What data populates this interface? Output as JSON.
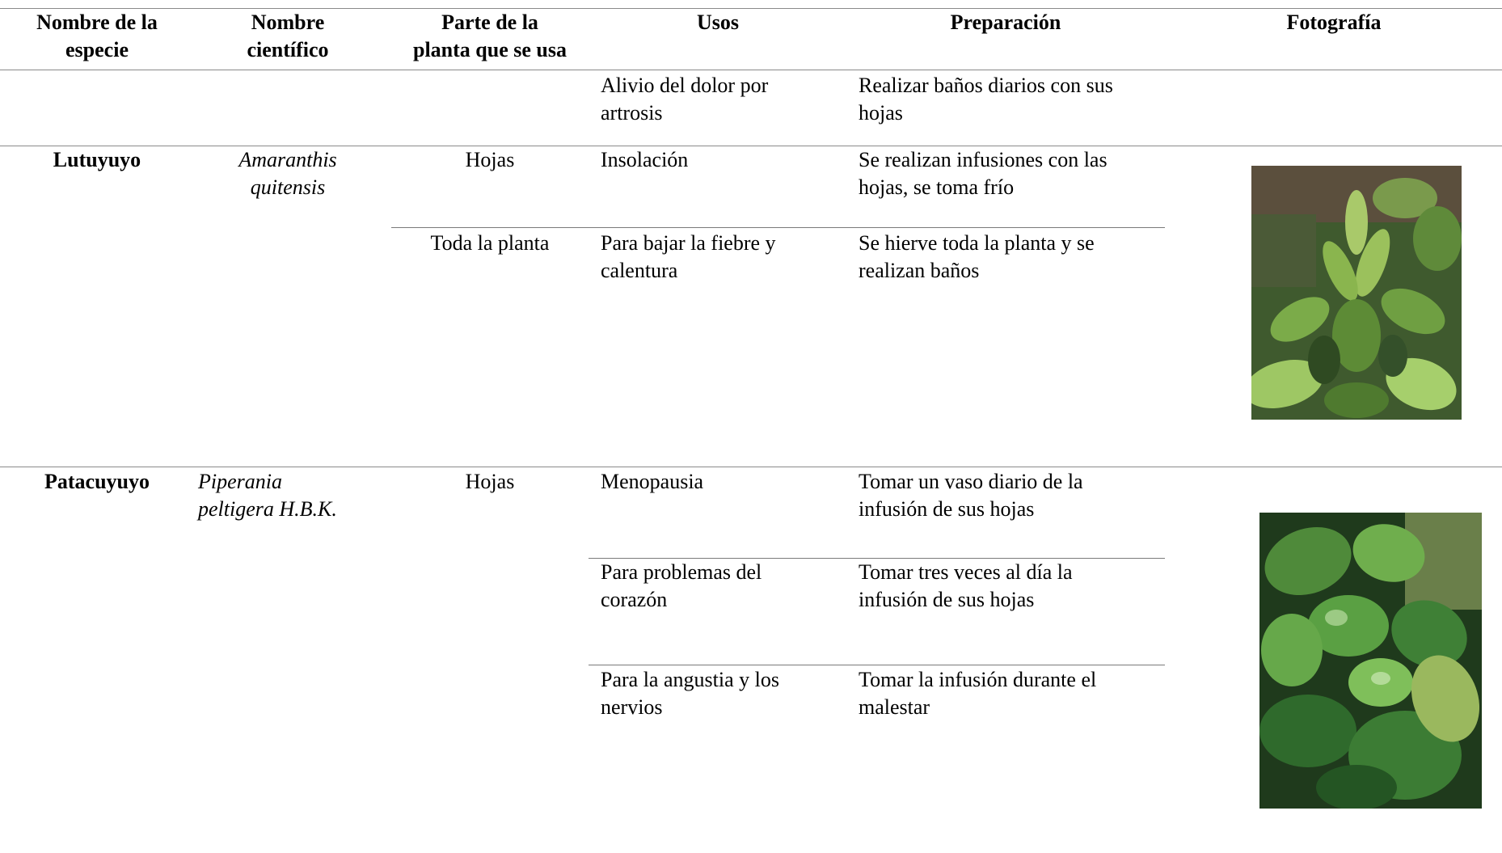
{
  "headers": {
    "species": "Nombre de la\nespecie",
    "scientific": "Nombre\ncientífico",
    "part": "Parte de la\nplanta que se usa",
    "uses": "Usos",
    "preparation": "Preparación",
    "photo": "Fotografía"
  },
  "carry_over": {
    "use": "Alivio del dolor por\nartrosis",
    "preparation": "Realizar baños diarios con sus\nhojas"
  },
  "lutuyuyo": {
    "name": "Lutuyuyo",
    "scientific": "Amaranthis\nquitensis",
    "rows": [
      {
        "part": "Hojas",
        "use": "Insolación",
        "preparation": "Se realizan infusiones con las\nhojas, se toma frío"
      },
      {
        "part": "Toda la planta",
        "use": "Para bajar la fiebre y\ncalentura",
        "preparation": "Se hierve toda la planta y se\nrealizan baños"
      }
    ]
  },
  "patacuyuyo": {
    "name": "Patacuyuyo",
    "scientific": "Piperania\npeltigera H.B.K.",
    "part": "Hojas",
    "rows": [
      {
        "use": "Menopausia",
        "preparation": "Tomar un vaso diario de la\ninfusión de sus hojas"
      },
      {
        "use": "Para problemas del\ncorazón",
        "preparation": "Tomar tres veces al día la\ninfusión de sus hojas"
      },
      {
        "use": "Para la angustia y los\nnervios",
        "preparation": "Tomar la infusión durante el\nmalestar"
      }
    ]
  }
}
